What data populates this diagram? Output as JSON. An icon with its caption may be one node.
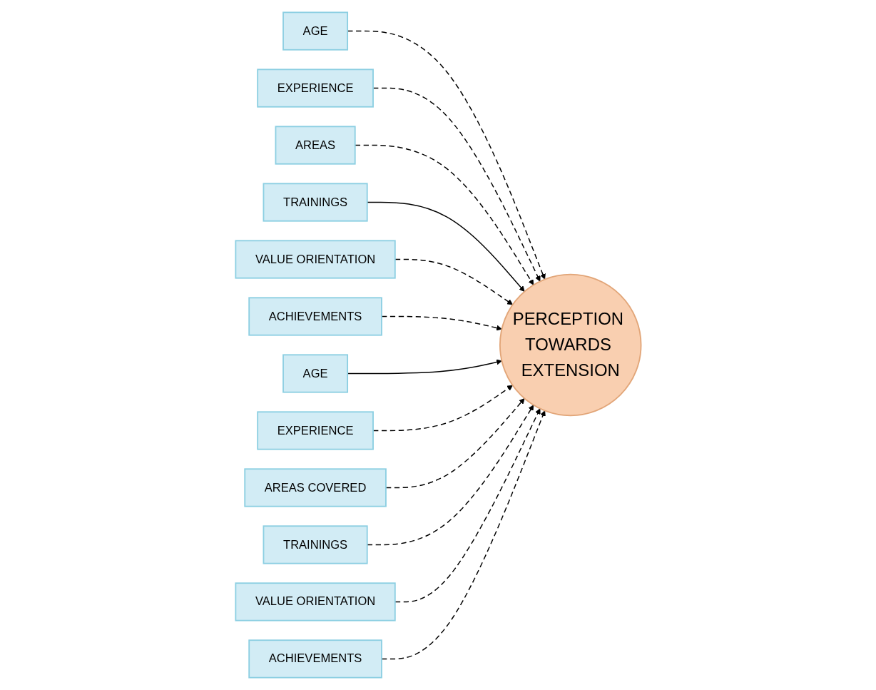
{
  "diagram": {
    "nodes": [
      {
        "text": [
          "PERCEPTION TOWARDS EXTENSION"
        ]
      },
      {
        "text": [
          "AGE"
        ]
      },
      {
        "text": [
          "EXPERIENCE"
        ]
      },
      {
        "text": [
          "AREAS"
        ]
      },
      {
        "text": [
          "TRAININGS"
        ]
      },
      {
        "text": [
          "VALUE ORIENTATION"
        ]
      },
      {
        "text": [
          "ACHIEVEMENTS"
        ]
      },
      {
        "text": [
          "AGE"
        ]
      },
      {
        "text": [
          "EXPERIENCE"
        ]
      },
      {
        "text": [
          "AREAS COVERED"
        ]
      },
      {
        "text": [
          "TRAININGS"
        ]
      },
      {
        "text": [
          "VALUE ORIENTATION"
        ]
      },
      {
        "text": [
          "ACHIEVEMENTS"
        ]
      }
    ],
    "edges": [
      {
        "from": 1,
        "to": 0,
        "arrow": "to",
        "style": "dashed"
      },
      {
        "from": 2,
        "to": 0,
        "arrow": "to",
        "style": "dashed"
      },
      {
        "from": 3,
        "to": 0,
        "arrow": "to",
        "style": "dashed"
      },
      {
        "from": 4,
        "to": 0,
        "arrow": "to"
      },
      {
        "from": 5,
        "to": 0,
        "arrow": "to",
        "style": "dashed"
      },
      {
        "from": 6,
        "to": 0,
        "arrow": "to",
        "style": "dashed"
      },
      {
        "from": 7,
        "to": 0,
        "arrow": "to"
      },
      {
        "from": 8,
        "to": 0,
        "arrow": "to",
        "style": "dashed"
      },
      {
        "from": 9,
        "to": 0,
        "arrow": "to",
        "style": "dashed"
      },
      {
        "from": 10,
        "to": 0,
        "arrow": "to",
        "style": "dashed"
      },
      {
        "from": 11,
        "to": 0,
        "arrow": "to",
        "style": "dashed"
      },
      {
        "from": 12,
        "to": 0,
        "arrow": "to",
        "style": "dashed"
      }
    ]
  }
}
